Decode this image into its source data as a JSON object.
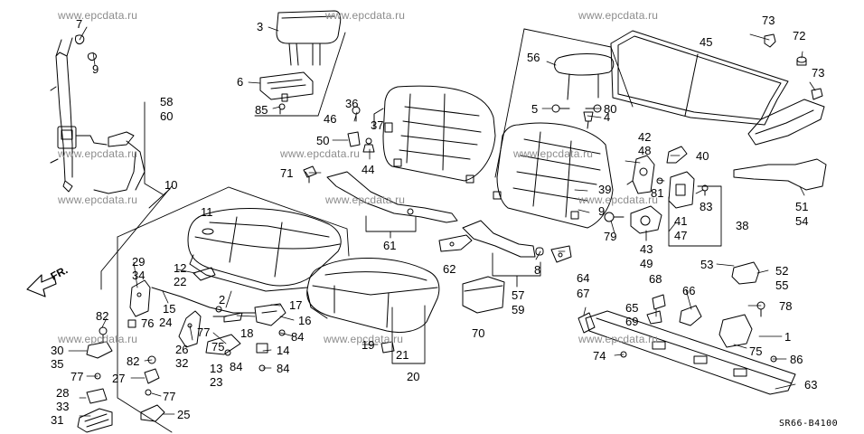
{
  "watermark": "www.epcdata.ru",
  "direction_label": "FR.",
  "diagram_code": "SR66-B4100",
  "callouts": [
    "1",
    "2",
    "3",
    "4",
    "5",
    "6",
    "7",
    "8",
    "9",
    "10",
    "11",
    "12",
    "13",
    "14",
    "15",
    "16",
    "17",
    "18",
    "19",
    "20",
    "21",
    "22",
    "23",
    "24",
    "25",
    "26",
    "27",
    "28",
    "29",
    "30",
    "31",
    "32",
    "33",
    "34",
    "35",
    "36",
    "37",
    "38",
    "39",
    "40",
    "41",
    "42",
    "43",
    "44",
    "45",
    "46",
    "47",
    "48",
    "49",
    "50",
    "51",
    "52",
    "53",
    "54",
    "55",
    "56",
    "57",
    "58",
    "59",
    "60",
    "61",
    "62",
    "63",
    "64",
    "65",
    "66",
    "67",
    "68",
    "69",
    "70",
    "71",
    "72",
    "73",
    "74",
    "75",
    "76",
    "77",
    "78",
    "79",
    "80",
    "81",
    "82",
    "83",
    "84",
    "85",
    "86"
  ]
}
